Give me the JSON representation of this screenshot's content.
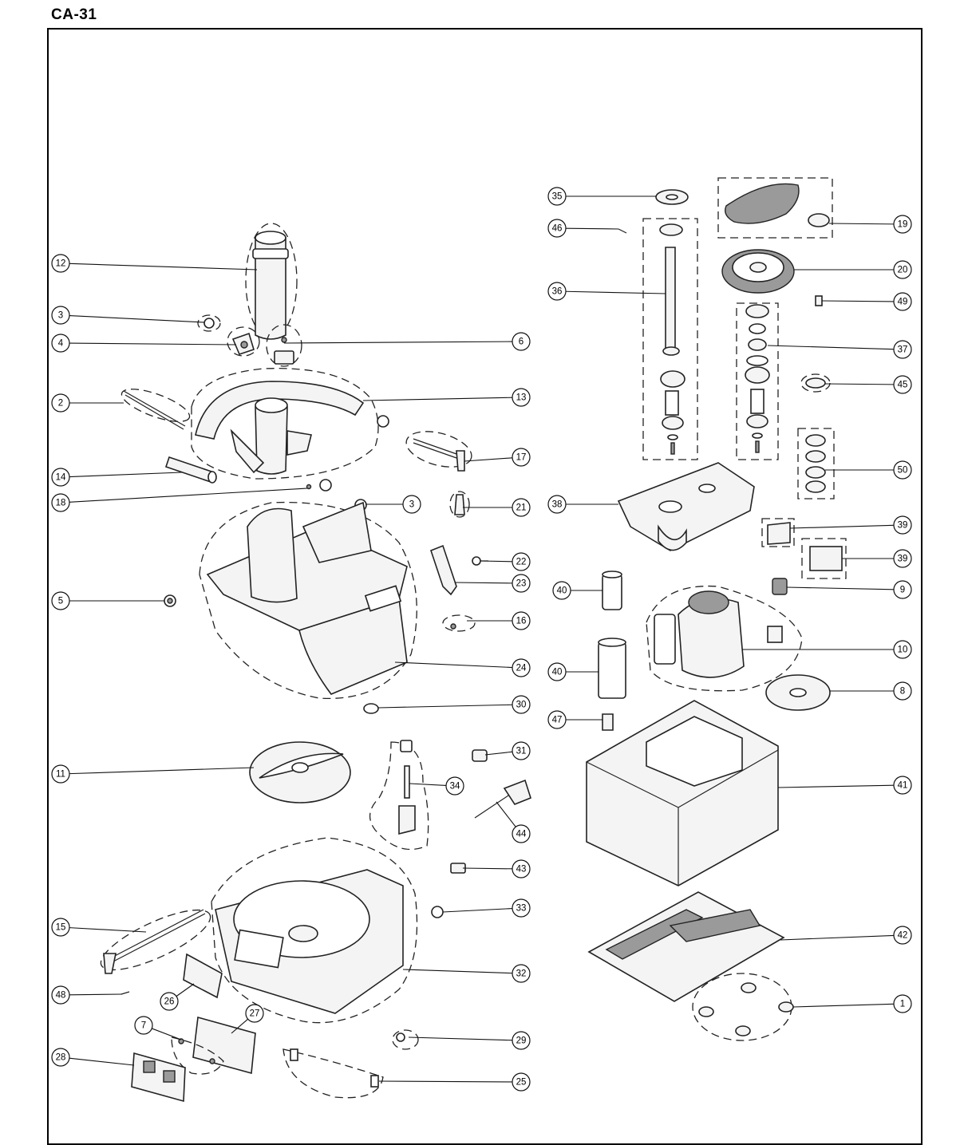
{
  "title": "CA-31",
  "callouts": [
    "1",
    "2",
    "3",
    "4",
    "5",
    "6",
    "7",
    "8",
    "9",
    "10",
    "11",
    "12",
    "13",
    "14",
    "15",
    "16",
    "17",
    "18",
    "19",
    "20",
    "21",
    "22",
    "23",
    "24",
    "25",
    "26",
    "27",
    "28",
    "29",
    "30",
    "31",
    "32",
    "33",
    "34",
    "35",
    "36",
    "37",
    "38",
    "39",
    "40",
    "41",
    "42",
    "43",
    "44",
    "45",
    "46",
    "47",
    "48",
    "49",
    "50"
  ],
  "callout_labels": {
    "12": "12",
    "3a": "3",
    "4": "4",
    "6": "6",
    "2": "2",
    "13": "13",
    "14": "14",
    "17": "17",
    "18": "18",
    "3b": "3",
    "21": "21",
    "22": "22",
    "23": "23",
    "5": "5",
    "16": "16",
    "24": "24",
    "30": "30",
    "31": "31",
    "11": "11",
    "34": "34",
    "44": "44",
    "43": "43",
    "33": "33",
    "15": "15",
    "32": "32",
    "48": "48",
    "26": "26",
    "27": "27",
    "7": "7",
    "28": "28",
    "29": "29",
    "25": "25",
    "35": "35",
    "46": "46",
    "36": "36",
    "38": "38",
    "40a": "40",
    "40b": "40",
    "47": "47",
    "19": "19",
    "20": "20",
    "49": "49",
    "37": "37",
    "45": "45",
    "50": "50",
    "39a": "39",
    "39b": "39",
    "9": "9",
    "10": "10",
    "8": "8",
    "41": "41",
    "42": "42",
    "1": "1"
  }
}
